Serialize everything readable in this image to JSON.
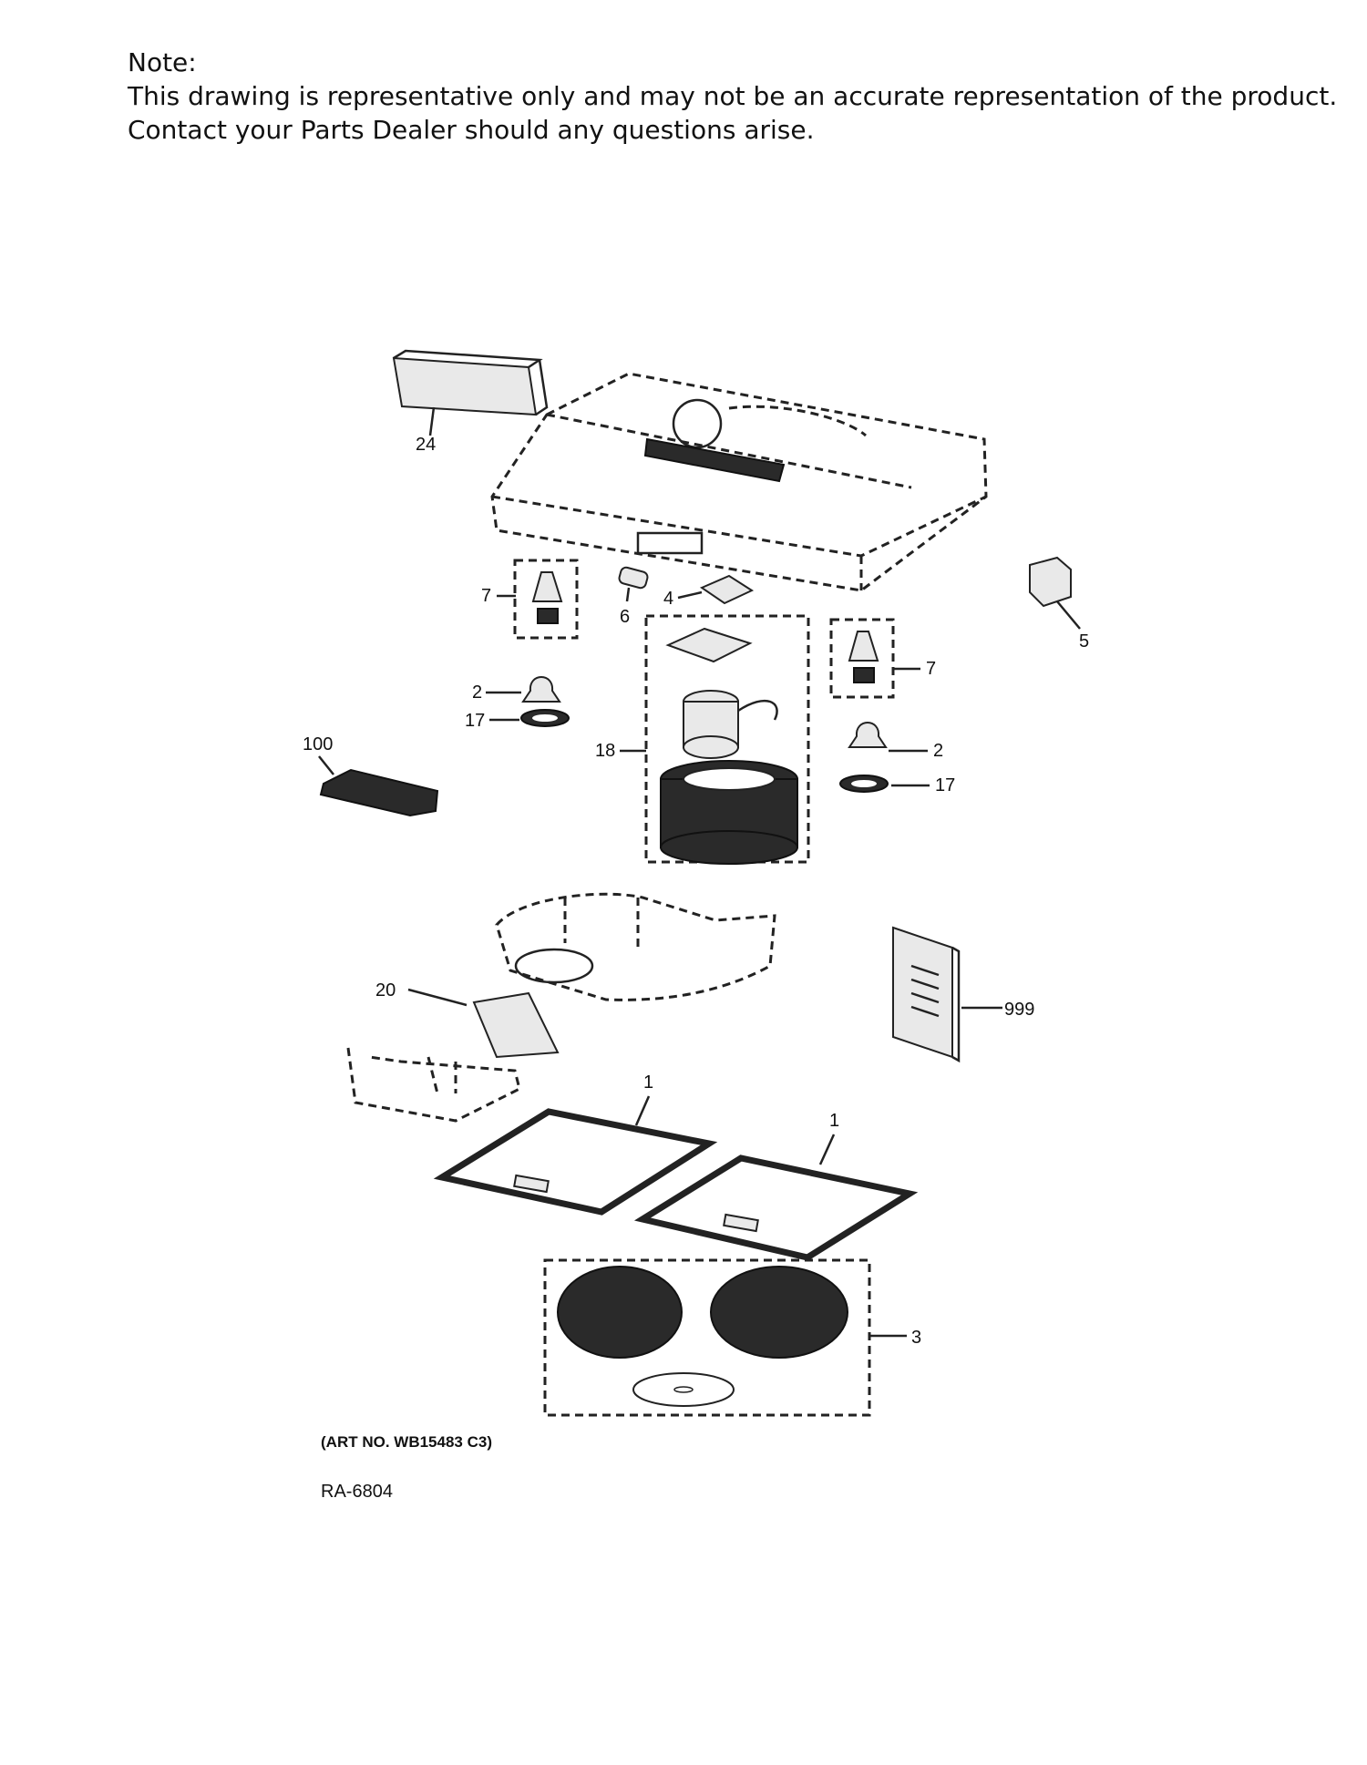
{
  "note": {
    "heading": "Note:",
    "line1": "This drawing is representative only and may not be an accurate representation of the product.",
    "line2": "Contact your Parts Dealer should any questions arise."
  },
  "callouts": {
    "c24": "24",
    "c7a": "7",
    "c6": "6",
    "c4": "4",
    "c5": "5",
    "c2a": "2",
    "c17a": "17",
    "c18": "18",
    "c7b": "7",
    "c2b": "2",
    "c17b": "17",
    "c100": "100",
    "c20": "20",
    "c999": "999",
    "c1a": "1",
    "c1b": "1",
    "c3": "3"
  },
  "art_number": "(ART NO. WB15483 C3)",
  "ra_number": "RA-6804"
}
